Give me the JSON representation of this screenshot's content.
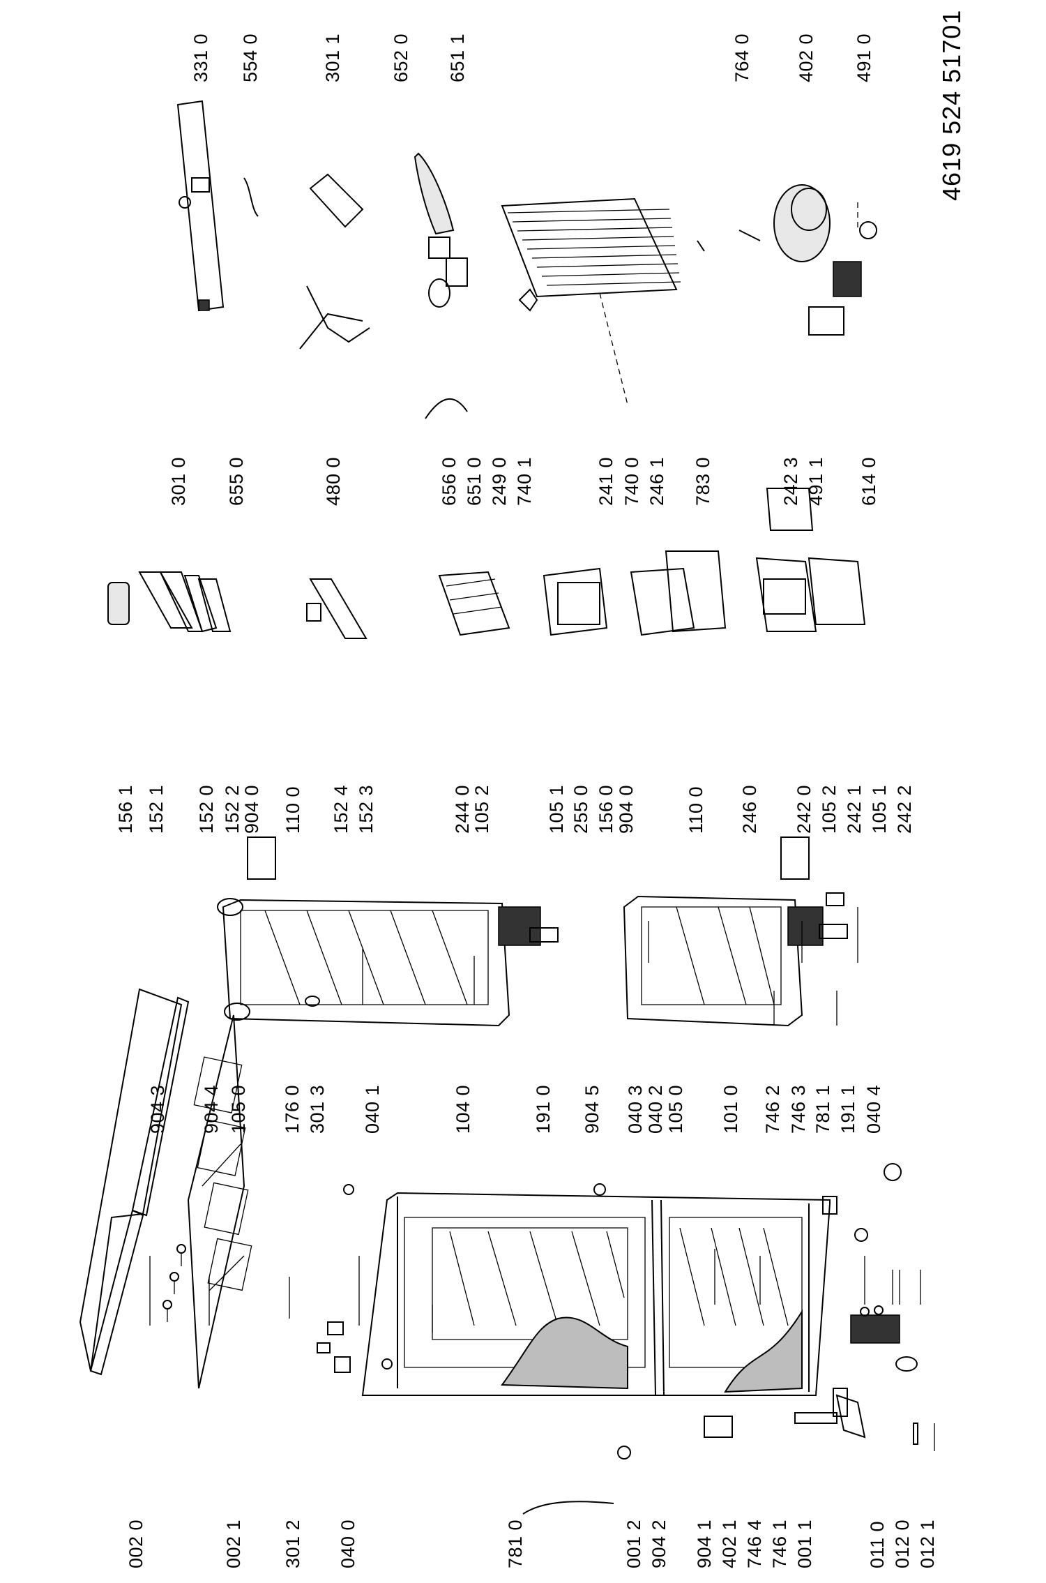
{
  "document_number": "4619 524 51701",
  "labels": {
    "c1": [
      "002 0",
      "002 1",
      "301 2",
      "040 0",
      "781 0",
      "001 2",
      "904 2",
      "904 1",
      "402 1",
      "746 4",
      "746 1",
      "001 1",
      "011 0",
      "012 0",
      "012 1"
    ],
    "c2a": [
      "904 3",
      "904 4",
      "105 0",
      "176 0",
      "301 3",
      "040 1",
      "104 0",
      "191 0",
      "904 5",
      "040 3",
      "040 2",
      "105 0"
    ],
    "c2b": [
      "101 0",
      "746 2",
      "746 3",
      "781 1",
      "191 1",
      "040 4"
    ],
    "c3": [
      "156 1",
      "152 1",
      "152 0",
      "152 2",
      "904 0",
      "110 0",
      "152 4",
      "152 3",
      "244 0",
      "105 2",
      "105 1",
      "255 0",
      "156 0",
      "904 0",
      "110 0",
      "246 0",
      "242 0",
      "105 2",
      "242 1",
      "105 1",
      "242 2"
    ],
    "c4a": [
      "301 0",
      "655 0",
      "480 0"
    ],
    "c4b": [
      "656 0",
      "651 0",
      "249 0",
      "740 1",
      "241 0",
      "740 0",
      "246 1",
      "783 0",
      "242 3",
      "491 1",
      "614 0"
    ],
    "top": [
      "331 0",
      "554 0",
      "301 1",
      "652 0",
      "651 1",
      "764 0",
      "402 0",
      "491 0"
    ]
  }
}
